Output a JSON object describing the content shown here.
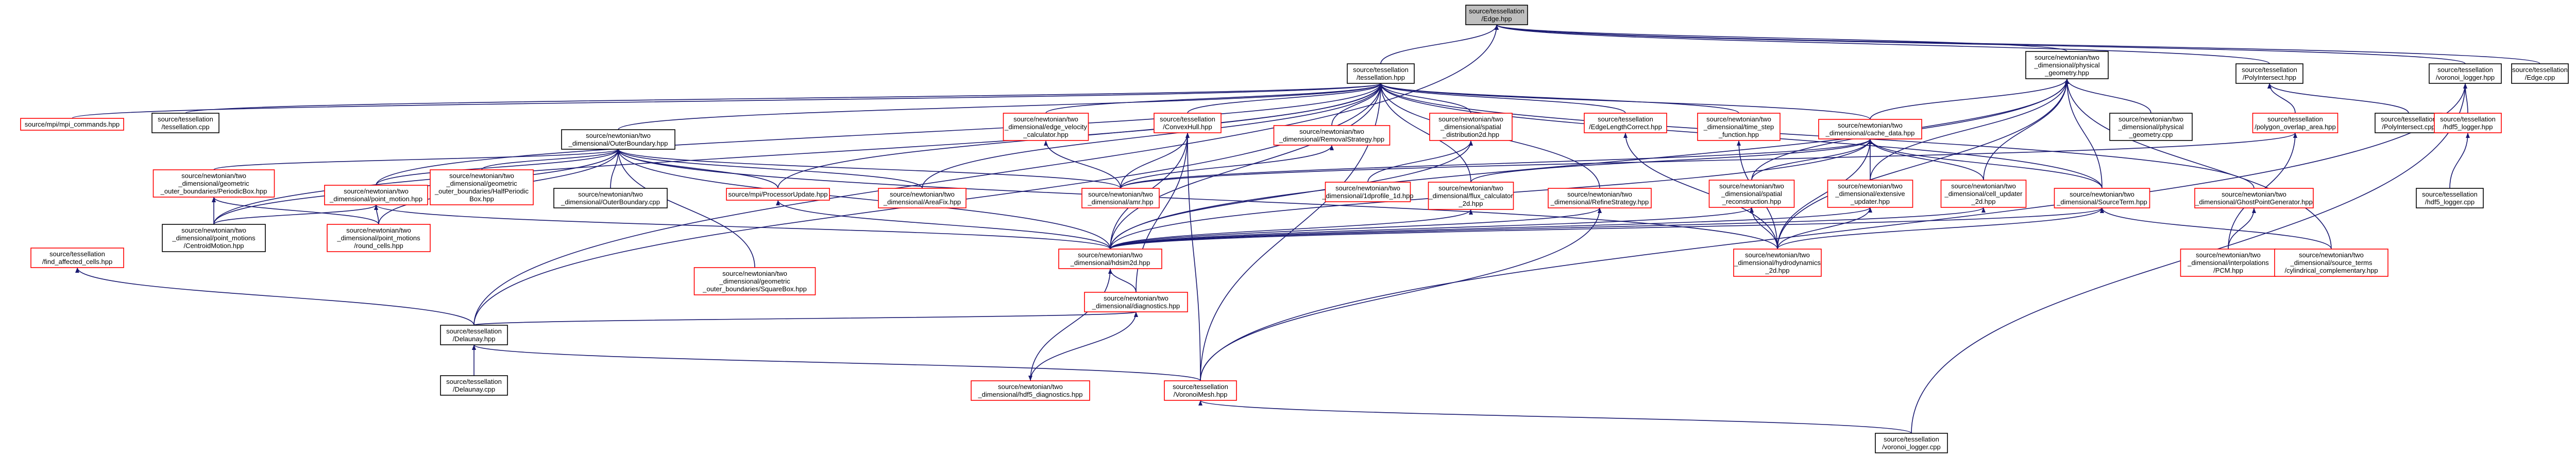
{
  "colors": {
    "edge": "#191970",
    "focus_fill": "#bfbfbf",
    "focus_border": "#000000",
    "node_border_default": "#000000",
    "node_border_incomplete": "#ff0000"
  },
  "nodes": [
    {
      "id": "edge_hpp",
      "lines": [
        "source/tessellation",
        "/Edge.hpp"
      ],
      "focus": true,
      "border": "black"
    },
    {
      "id": "tessellation_hpp",
      "lines": [
        "source/tessellation",
        "/tessellation.hpp"
      ],
      "border": "black"
    },
    {
      "id": "physical_geometry",
      "lines": [
        "source/newtonian/two",
        "_dimensional/physical",
        "_geometry.hpp"
      ],
      "border": "black"
    },
    {
      "id": "polyintersect_hpp",
      "lines": [
        "source/tessellation",
        "/PolyIntersect.hpp"
      ],
      "border": "black"
    },
    {
      "id": "voronoi_logger_hpp",
      "lines": [
        "source/tessellation",
        "/voronoi_logger.hpp"
      ],
      "border": "black"
    },
    {
      "id": "edge_cpp",
      "lines": [
        "source/tessellation",
        "/Edge.cpp"
      ],
      "border": "black"
    },
    {
      "id": "mpi_commands",
      "lines": [
        "source/mpi/mpi_commands.hpp"
      ],
      "border": "red"
    },
    {
      "id": "tessellation_cpp",
      "lines": [
        "source/tessellation",
        "/tessellation.cpp"
      ],
      "border": "black"
    },
    {
      "id": "outer_boundary",
      "lines": [
        "source/newtonian/two",
        "_dimensional/OuterBoundary.hpp"
      ],
      "border": "black"
    },
    {
      "id": "edge_velocity",
      "lines": [
        "source/newtonian/two",
        "_dimensional/edge_velocity",
        "_calculator.hpp"
      ],
      "border": "red"
    },
    {
      "id": "convexhull_hpp",
      "lines": [
        "source/tessellation",
        "/ConvexHull.hpp"
      ],
      "border": "red"
    },
    {
      "id": "removal_strategy",
      "lines": [
        "source/newtonian/two",
        "_dimensional/RemovalStrategy.hpp"
      ],
      "border": "red"
    },
    {
      "id": "spatial_distribution",
      "lines": [
        "source/newtonian/two",
        "_dimensional/spatial",
        "_distribution2d.hpp"
      ],
      "border": "red"
    },
    {
      "id": "edge_length_correct",
      "lines": [
        "source/tessellation",
        "/EdgeLengthCorrect.hpp"
      ],
      "border": "red"
    },
    {
      "id": "time_step_function",
      "lines": [
        "source/newtonian/two",
        "_dimensional/time_step",
        "_function.hpp"
      ],
      "border": "red"
    },
    {
      "id": "cache_data",
      "lines": [
        "source/newtonian/two",
        "_dimensional/cache_data.hpp"
      ],
      "border": "red"
    },
    {
      "id": "physical_geometry_cpp",
      "lines": [
        "source/newtonian/two",
        "_dimensional/physical",
        "_geometry.cpp"
      ],
      "border": "black"
    },
    {
      "id": "polygon_overlap_area",
      "lines": [
        "source/tessellation",
        "/polygon_overlap_area.hpp"
      ],
      "border": "red"
    },
    {
      "id": "polyintersect_cpp",
      "lines": [
        "source/tessellation",
        "/PolyIntersect.cpp"
      ],
      "border": "black"
    },
    {
      "id": "hdf5_logger_hpp",
      "lines": [
        "source/tessellation",
        "/hdf5_logger.hpp"
      ],
      "border": "red"
    },
    {
      "id": "periodic_box",
      "lines": [
        "source/newtonian/two",
        "_dimensional/geometric",
        "_outer_boundaries/PeriodicBox.hpp"
      ],
      "border": "red"
    },
    {
      "id": "half_periodic_box",
      "lines": [
        "source/newtonian/two",
        "_dimensional/geometric",
        "_outer_boundaries/HalfPeriodic",
        "Box.hpp"
      ],
      "border": "red"
    },
    {
      "id": "outer_boundary_cpp",
      "lines": [
        "source/newtonian/two",
        "_dimensional/OuterBoundary.cpp"
      ],
      "border": "black"
    },
    {
      "id": "point_motion",
      "lines": [
        "source/newtonian/two",
        "_dimensional/point_motion.hpp"
      ],
      "border": "red"
    },
    {
      "id": "procvorel_update",
      "lines": [
        "source/mpi/ProcessorUpdate.hpp"
      ],
      "border": "red"
    },
    {
      "id": "amr_hpp",
      "lines": [
        "source/newtonian/two",
        "_dimensional/amr.hpp"
      ],
      "border": "red"
    },
    {
      "id": "area_fix",
      "lines": [
        "source/newtonian/two",
        "_dimensional/AreaFix.hpp"
      ],
      "border": "red"
    },
    {
      "id": "profile_1d",
      "lines": [
        "source/newtonian/two",
        "_dimensional/1dprofile_1d.hpp"
      ],
      "border": "red"
    },
    {
      "id": "flux_calculator",
      "lines": [
        "source/newtonian/two",
        "_dimensional/flux_calculator",
        "_2d.hpp"
      ],
      "border": "red"
    },
    {
      "id": "refine_strategy",
      "lines": [
        "source/newtonian/two",
        "_dimensional/RefineStrategy.hpp"
      ],
      "border": "red"
    },
    {
      "id": "spatial_reconstruction",
      "lines": [
        "source/newtonian/two",
        "_dimensional/spatial",
        "_reconstruction.hpp"
      ],
      "border": "red"
    },
    {
      "id": "extensive_updater",
      "lines": [
        "source/newtonian/two",
        "_dimensional/extensive",
        "_updater.hpp"
      ],
      "border": "red"
    },
    {
      "id": "cell_updater",
      "lines": [
        "source/newtonian/two",
        "_dimensional/cell_updater",
        "_2d.hpp"
      ],
      "border": "red"
    },
    {
      "id": "source_term",
      "lines": [
        "source/newtonian/two",
        "_dimensional/SourceTerm.hpp"
      ],
      "border": "red"
    },
    {
      "id": "ghost_point_generator",
      "lines": [
        "source/newtonian/two",
        "_dimensional/GhostPointGenerator.hpp"
      ],
      "border": "red"
    },
    {
      "id": "hdf5_logger_cpp",
      "lines": [
        "source/tessellation",
        "/hdf5_logger.cpp"
      ],
      "border": "black"
    },
    {
      "id": "find_affected_cells",
      "lines": [
        "source/tessellation",
        "/find_affected_cells.hpp"
      ],
      "border": "red"
    },
    {
      "id": "centroid_motion",
      "lines": [
        "source/newtonian/two",
        "_dimensional/point_motions",
        "/CentroidMotion.hpp"
      ],
      "border": "black"
    },
    {
      "id": "round_cells",
      "lines": [
        "source/newtonian/two",
        "_dimensional/point_motions",
        "/round_cells.hpp"
      ],
      "border": "red"
    },
    {
      "id": "hdsim2d",
      "lines": [
        "source/newtonian/two",
        "_dimensional/hdsim2d.hpp"
      ],
      "border": "red"
    },
    {
      "id": "hydrodynamics_2d",
      "lines": [
        "source/newtonian/two",
        "_dimensional/hydrodynamics",
        "_2d.hpp"
      ],
      "border": "red"
    },
    {
      "id": "interpolations_pcm",
      "lines": [
        "source/newtonian/two",
        "_dimensional/interpolations",
        "/PCM.hpp"
      ],
      "border": "red"
    },
    {
      "id": "cylindrical_complementary",
      "lines": [
        "source/newtonian/two",
        "_dimensional/source_terms",
        "/cylindrical_complementary.hpp"
      ],
      "border": "red"
    },
    {
      "id": "square_box",
      "lines": [
        "source/newtonian/two",
        "_dimensional/geometric",
        "_outer_boundaries/SquareBox.hpp"
      ],
      "border": "red"
    },
    {
      "id": "diagnostics",
      "lines": [
        "source/newtonian/two",
        "_dimensional/diagnostics.hpp"
      ],
      "border": "red"
    },
    {
      "id": "delaunay_hpp",
      "lines": [
        "source/tessellation",
        "/Delaunay.hpp"
      ],
      "border": "black"
    },
    {
      "id": "delaunay_cpp",
      "lines": [
        "source/tessellation",
        "/Delaunay.cpp"
      ],
      "border": "black"
    },
    {
      "id": "hdf5_diagnostics",
      "lines": [
        "source/newtonian/two",
        "_dimensional/hdf5_diagnostics.hpp"
      ],
      "border": "red"
    },
    {
      "id": "voronoi_mesh",
      "lines": [
        "source/tessellation",
        "/VoronoiMesh.hpp"
      ],
      "border": "red"
    },
    {
      "id": "voronoi_logger_cpp",
      "lines": [
        "source/tessellation",
        "/voronoi_logger.cpp"
      ],
      "border": "black"
    }
  ],
  "edges": [
    [
      "edge_hpp",
      "tessellation_hpp"
    ],
    [
      "edge_hpp",
      "physical_geometry"
    ],
    [
      "edge_hpp",
      "polyintersect_hpp"
    ],
    [
      "edge_hpp",
      "voronoi_logger_hpp"
    ],
    [
      "edge_hpp",
      "edge_cpp"
    ],
    [
      "edge_hpp",
      "delaunay_hpp"
    ],
    [
      "tessellation_hpp",
      "mpi_commands"
    ],
    [
      "tessellation_hpp",
      "tessellation_cpp"
    ],
    [
      "tessellation_hpp",
      "outer_boundary"
    ],
    [
      "tessellation_hpp",
      "edge_velocity"
    ],
    [
      "tessellation_hpp",
      "convexhull_hpp"
    ],
    [
      "tessellation_hpp",
      "removal_strategy"
    ],
    [
      "tessellation_hpp",
      "spatial_distribution"
    ],
    [
      "tessellation_hpp",
      "edge_length_correct"
    ],
    [
      "tessellation_hpp",
      "time_step_function"
    ],
    [
      "tessellation_hpp",
      "cache_data"
    ],
    [
      "tessellation_hpp",
      "source_term"
    ],
    [
      "tessellation_hpp",
      "ghost_point_generator"
    ],
    [
      "tessellation_hpp",
      "procvorel_update"
    ],
    [
      "tessellation_hpp",
      "area_fix"
    ],
    [
      "tessellation_hpp",
      "flux_calculator"
    ],
    [
      "tessellation_hpp",
      "refine_strategy"
    ],
    [
      "tessellation_hpp",
      "point_motion"
    ],
    [
      "tessellation_hpp",
      "hdsim2d"
    ],
    [
      "tessellation_hpp",
      "voronoi_mesh"
    ],
    [
      "tessellation_hpp",
      "centroid_motion"
    ],
    [
      "tessellation_hpp",
      "delaunay_hpp"
    ],
    [
      "physical_geometry",
      "physical_geometry_cpp"
    ],
    [
      "physical_geometry",
      "cache_data"
    ],
    [
      "physical_geometry",
      "source_term"
    ],
    [
      "physical_geometry",
      "cell_updater"
    ],
    [
      "physical_geometry",
      "hydrodynamics_2d"
    ],
    [
      "physical_geometry",
      "cylindrical_complementary"
    ],
    [
      "physical_geometry",
      "extensive_updater"
    ],
    [
      "physical_geometry",
      "spatial_reconstruction"
    ],
    [
      "physical_geometry",
      "hdsim2d"
    ],
    [
      "polyintersect_hpp",
      "polygon_overlap_area"
    ],
    [
      "polyintersect_hpp",
      "polyintersect_cpp"
    ],
    [
      "voronoi_logger_hpp",
      "hdf5_logger_hpp"
    ],
    [
      "voronoi_logger_hpp",
      "voronoi_mesh"
    ],
    [
      "voronoi_logger_hpp",
      "voronoi_logger_cpp"
    ],
    [
      "hdf5_logger_hpp",
      "hdf5_logger_cpp"
    ],
    [
      "polygon_overlap_area",
      "amr_hpp"
    ],
    [
      "polygon_overlap_area",
      "interpolations_pcm"
    ],
    [
      "outer_boundary",
      "periodic_box"
    ],
    [
      "outer_boundary",
      "half_periodic_box"
    ],
    [
      "outer_boundary",
      "outer_boundary_cpp"
    ],
    [
      "outer_boundary",
      "point_motion"
    ],
    [
      "outer_boundary",
      "procvorel_update"
    ],
    [
      "outer_boundary",
      "amr_hpp"
    ],
    [
      "outer_boundary",
      "area_fix"
    ],
    [
      "outer_boundary",
      "square_box"
    ],
    [
      "outer_boundary",
      "hdsim2d"
    ],
    [
      "outer_boundary",
      "centroid_motion"
    ],
    [
      "outer_boundary",
      "round_cells"
    ],
    [
      "outer_boundary",
      "hydrodynamics_2d"
    ],
    [
      "periodic_box",
      "centroid_motion"
    ],
    [
      "periodic_box",
      "round_cells"
    ],
    [
      "point_motion",
      "centroid_motion"
    ],
    [
      "point_motion",
      "round_cells"
    ],
    [
      "point_motion",
      "hdsim2d"
    ],
    [
      "edge_velocity",
      "amr_hpp"
    ],
    [
      "convexhull_hpp",
      "amr_hpp"
    ],
    [
      "convexhull_hpp",
      "diagnostics"
    ],
    [
      "convexhull_hpp",
      "hdsim2d"
    ],
    [
      "convexhull_hpp",
      "voronoi_mesh"
    ],
    [
      "removal_strategy",
      "amr_hpp"
    ],
    [
      "spatial_distribution",
      "profile_1d"
    ],
    [
      "spatial_distribution",
      "hdsim2d"
    ],
    [
      "edge_length_correct",
      "hydrodynamics_2d"
    ],
    [
      "time_step_function",
      "hydrodynamics_2d"
    ],
    [
      "cache_data",
      "amr_hpp"
    ],
    [
      "cache_data",
      "flux_calculator"
    ],
    [
      "cache_data",
      "spatial_reconstruction"
    ],
    [
      "cache_data",
      "extensive_updater"
    ],
    [
      "cache_data",
      "cell_updater"
    ],
    [
      "cache_data",
      "source_term"
    ],
    [
      "cache_data",
      "hdsim2d"
    ],
    [
      "cache_data",
      "hydrodynamics_2d"
    ],
    [
      "flux_calculator",
      "hdsim2d"
    ],
    [
      "refine_strategy",
      "hdsim2d"
    ],
    [
      "refine_strategy",
      "voronoi_mesh"
    ],
    [
      "spatial_reconstruction",
      "hdsim2d"
    ],
    [
      "spatial_reconstruction",
      "hydrodynamics_2d"
    ],
    [
      "extensive_updater",
      "hdsim2d"
    ],
    [
      "extensive_updater",
      "hydrodynamics_2d"
    ],
    [
      "cell_updater",
      "hdsim2d"
    ],
    [
      "source_term",
      "hdsim2d"
    ],
    [
      "source_term",
      "hydrodynamics_2d"
    ],
    [
      "source_term",
      "cylindrical_complementary"
    ],
    [
      "ghost_point_generator",
      "interpolations_pcm"
    ],
    [
      "procvorel_update",
      "hdsim2d"
    ],
    [
      "find_affected_cells",
      "delaunay_hpp"
    ],
    [
      "hdsim2d",
      "diagnostics"
    ],
    [
      "diagnostics",
      "hdf5_diagnostics"
    ],
    [
      "diagnostics",
      "delaunay_hpp"
    ],
    [
      "delaunay_hpp",
      "delaunay_cpp"
    ],
    [
      "delaunay_hpp",
      "voronoi_mesh"
    ],
    [
      "voronoi_mesh",
      "voronoi_logger_cpp"
    ],
    [
      "hdf5_diagnostics",
      "hdsim2d"
    ]
  ]
}
